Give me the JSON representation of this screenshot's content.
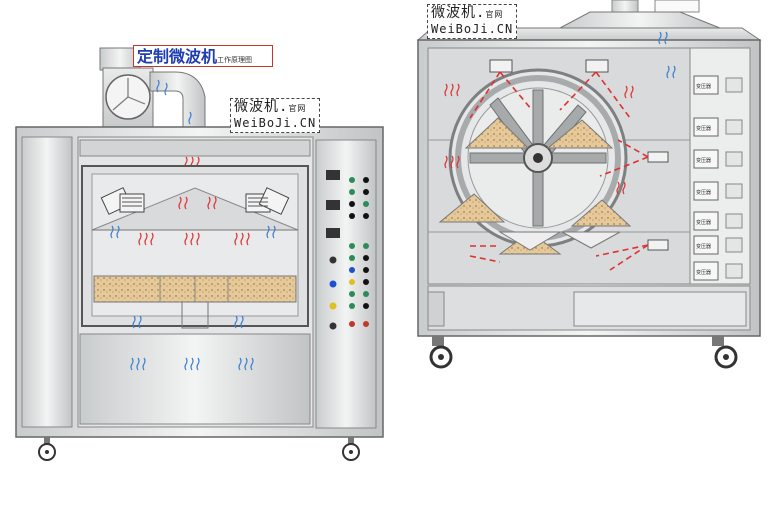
{
  "left_machine": {
    "title_main": "定制微波机",
    "title_sub": "工作原理图",
    "watermark": {
      "line1": "微波机.",
      "line1_small": "官网",
      "line2": "WeiBoJi.CN"
    }
  },
  "right_machine": {
    "watermark": {
      "line1": "微波机.",
      "line1_small": "官网",
      "line2": "WeiBoJi.CN"
    },
    "panel_label": "变压器"
  },
  "colors": {
    "frame": "#b9bcbd",
    "panel": "#e6e7e8",
    "steam": "#e03030",
    "flow": "#3a7fd0",
    "product": "#d8b07a",
    "title_border": "#c0392b",
    "title_text": "#1f3fb0"
  }
}
